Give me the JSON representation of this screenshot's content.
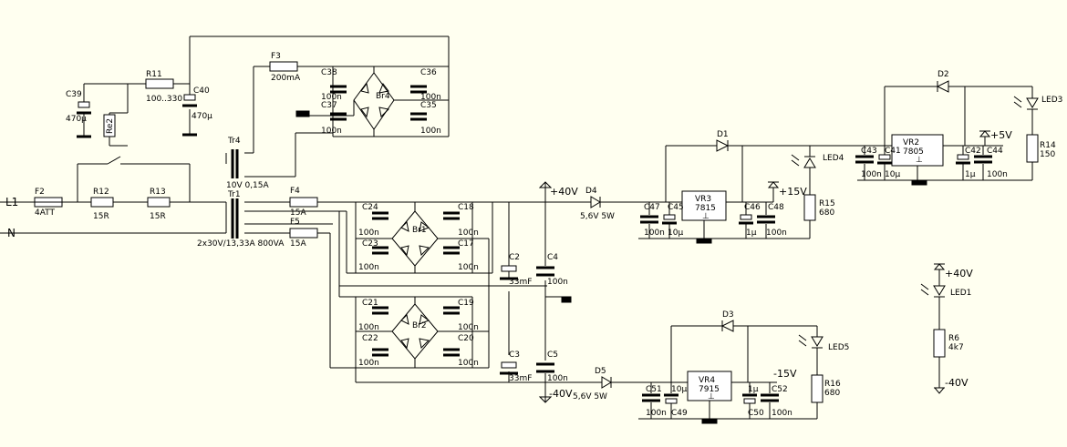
{
  "labels": {
    "L1": "L1",
    "N": "N",
    "F2": "F2",
    "F2v": "4ATT",
    "R12": "R12",
    "R12v": "15R",
    "R13": "R13",
    "R13v": "15R",
    "R11": "R11",
    "R11v": "100..330",
    "C39": "C39",
    "C39v": "470µ",
    "C40": "C40",
    "C40v": "470µ",
    "Re2": "Re2",
    "F3": "F3",
    "F3v": "200mA",
    "Tr4": "Tr4",
    "Tr4v": "10V 0,15A",
    "Tr1": "Tr1",
    "Tr1v": "2x30V/13,33A 800VA",
    "F4": "F4",
    "F4v": "15A",
    "F5": "F5",
    "F5v": "15A",
    "C38": "C38",
    "C37": "C37",
    "C36": "C36",
    "C35": "C35",
    "Br4": "Br4",
    "C24": "C24",
    "C23": "C23",
    "C18": "C18",
    "C17": "C17",
    "Br1": "Br1",
    "C21": "C21",
    "C22": "C22",
    "C19": "C19",
    "C20": "C20",
    "Br2": "Br2",
    "C2": "C2",
    "C2v": "33mF",
    "C3": "C3",
    "C3v": "33mF",
    "C4": "C4",
    "C5": "C5",
    "p40": "+40V",
    "m40": "-40V",
    "D4": "D4",
    "D4v": "5,6V 5W",
    "D5": "D5",
    "D5v": "5,6V 5W",
    "C47": "C47",
    "C45": "C45",
    "VR3": "VR3",
    "VR3v": "7815",
    "C46": "C46",
    "C48": "C48",
    "p15": "+15V",
    "D1": "D1",
    "LED4": "LED4",
    "R15": "R15",
    "R15v": "680",
    "C51": "C51",
    "C49": "C49",
    "VR4": "VR4",
    "VR4v": "7915",
    "C50": "C50",
    "C52": "C52",
    "m15": "-15V",
    "D3": "D3",
    "LED5": "LED5",
    "R16": "R16",
    "R16v": "680",
    "C43": "C43",
    "C41": "C41",
    "VR2": "VR2",
    "VR2v": "7805",
    "C42": "C42",
    "C44": "C44",
    "p5": "+5V",
    "D2": "D2",
    "LED3": "LED3",
    "R14": "R14",
    "R14v": "150",
    "LED1": "LED1",
    "R6": "R6",
    "R6v": "4k7",
    "p40b": "+40V",
    "m40b": "-40V",
    "v100n": "100n",
    "v10u": "10µ",
    "v1u": "1µ"
  }
}
